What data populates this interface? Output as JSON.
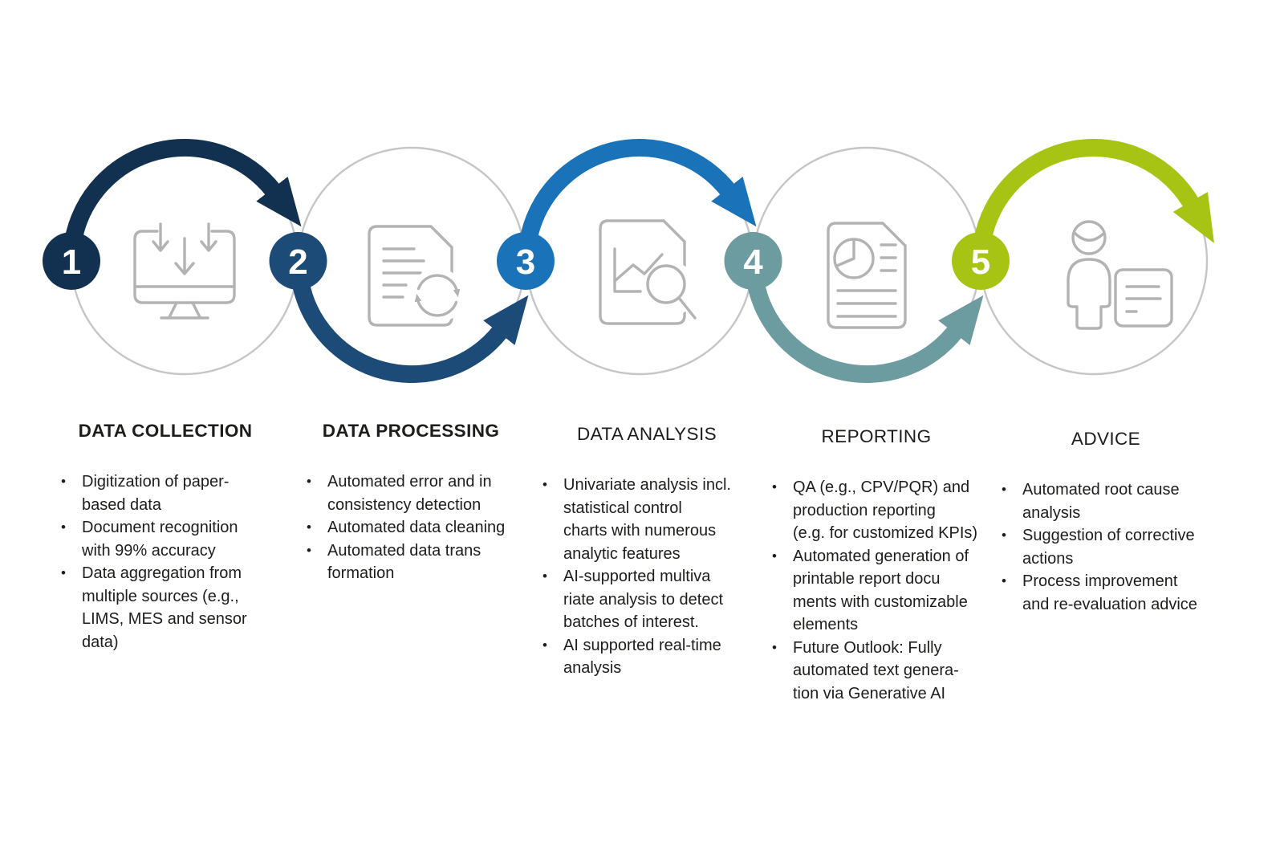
{
  "background": "#ffffff",
  "bullet_char": "•",
  "colors": {
    "outline_circle": "#c6c6c6",
    "icon_gray": "#b3b3b3",
    "text": "#1d1d1b"
  },
  "steps": [
    {
      "number": "1",
      "color": "#12304f",
      "icon": "monitor-download-icon",
      "title": "DATA COLLECTION",
      "bullets": [
        "Digitization of paper-\nbased data",
        "Document recognition\nwith 99% accuracy",
        "Data aggregation from\nmultiple sources (e.g.,\nLIMS, MES and sensor\ndata)"
      ]
    },
    {
      "number": "2",
      "color": "#1d4b78",
      "icon": "document-sync-icon",
      "title": "DATA PROCESSING",
      "bullets": [
        "Automated error and in\nconsistency detection",
        "Automated data cleaning",
        "Automated data trans\nformation"
      ]
    },
    {
      "number": "3",
      "color": "#1a73b8",
      "icon": "document-chart-magnifier-icon",
      "title": "DATA ANALYSIS",
      "bullets": [
        "Univariate analysis incl.\nstatistical control\ncharts with numerous\nanalytic features",
        "AI-supported multiva\nriate analysis to detect\nbatches of interest.",
        "AI supported real-time\nanalysis"
      ]
    },
    {
      "number": "4",
      "color": "#6c9ba0",
      "icon": "report-document-icon",
      "title": "REPORTING",
      "bullets": [
        "QA  (e.g., CPV/PQR) and\nproduction reporting\n(e.g. for customized KPIs)",
        "Automated generation of\nprintable report docu\nments with customizable\nelements",
        "Future Outlook: Fully\nautomated text genera-\ntion via Generative AI"
      ]
    },
    {
      "number": "5",
      "color": "#a7c314",
      "icon": "person-document-icon",
      "title": "ADVICE",
      "bullets": [
        "Automated root cause\nanalysis",
        "Suggestion of corrective\nactions",
        "Process improvement\nand re-evaluation advice"
      ]
    }
  ]
}
